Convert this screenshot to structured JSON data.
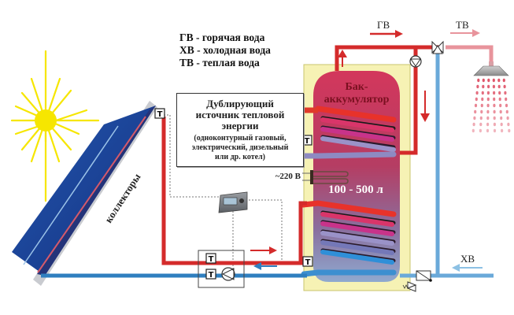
{
  "legend": {
    "items": [
      "ГВ - горячая вода",
      "ХВ - холодная вода",
      "ТВ - теплая вода"
    ]
  },
  "backup_source": {
    "title_lines": [
      "Дублирующий",
      "источник тепловой",
      "энергии"
    ],
    "subtitle_lines": [
      "(одноконтурный газовый,",
      "электрический, дизельный",
      "или др. котел)"
    ]
  },
  "tank": {
    "label_lines": [
      "Бак-",
      "аккумулятор"
    ],
    "volume": "100 - 500 л"
  },
  "heater": {
    "voltage": "~220 В"
  },
  "collector": {
    "label": "коллекторы"
  },
  "pipes": {
    "hot_label": "ГВ",
    "warm_label": "ТВ",
    "cold_label": "ХВ"
  },
  "sensor": {
    "label": "Т"
  },
  "colors": {
    "hot": "#d42b2b",
    "warm": "#e8949c",
    "cold": "#3f8fc9",
    "cold_light": "#8cc1e4",
    "tank_jacket": "#f6f2b4",
    "tank_hot": "#d1375a",
    "tank_cold": "#8a86b8",
    "collector": "#1c3f93",
    "sun": "#f6e600"
  }
}
